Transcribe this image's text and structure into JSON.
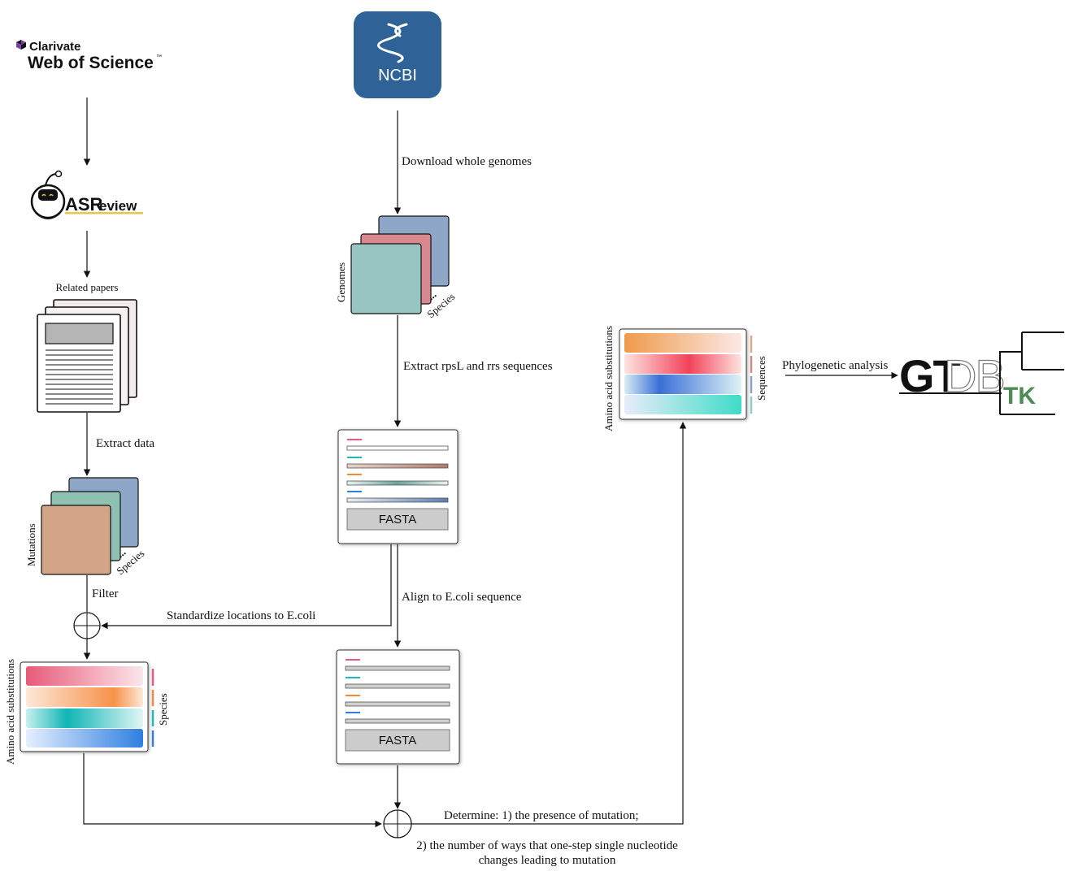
{
  "logos": {
    "clarivate": "Clarivate",
    "wos": "Web of Science",
    "wos_tm": "™",
    "asreview_a": "ASR",
    "asreview_b": "eview",
    "ncbi": "NCBI",
    "gtdb_gt": "GT",
    "gtdb_db": "DB",
    "gtdb_tk": "TK"
  },
  "labels": {
    "related_papers": "Related papers",
    "extract_data": "Extract data",
    "mutations": "Mutations",
    "species": "Species",
    "dots": "...",
    "filter": "Filter",
    "standardize": "Standardize locations to E.coli",
    "amino_left": "Amino acid substitutions",
    "species_left": "Species",
    "download": "Download whole genomes",
    "genomes": "Genomes",
    "genome_species": "Species",
    "extract_seq": "Extract rpsL and rrs sequences",
    "fasta1": "FASTA",
    "align": "Align to E.coli sequence",
    "fasta2": "FASTA",
    "determine1": "Determine: 1) the presence of mutation;",
    "determine2": "2) the number of ways that one-step single nucleotide",
    "determine3": "changes leading to mutation",
    "amino_right": "Amino acid substitutions",
    "sequences_right": "Sequences",
    "phylo": "Phylogenetic analysis"
  },
  "colors": {
    "pink": "#e85a7a",
    "orange": "#f08a3c",
    "teal": "#1fb7b7",
    "blue": "#2f7fe0",
    "ncbi_blue": "#2f6296",
    "gtdb_green": "#4e8a55"
  }
}
